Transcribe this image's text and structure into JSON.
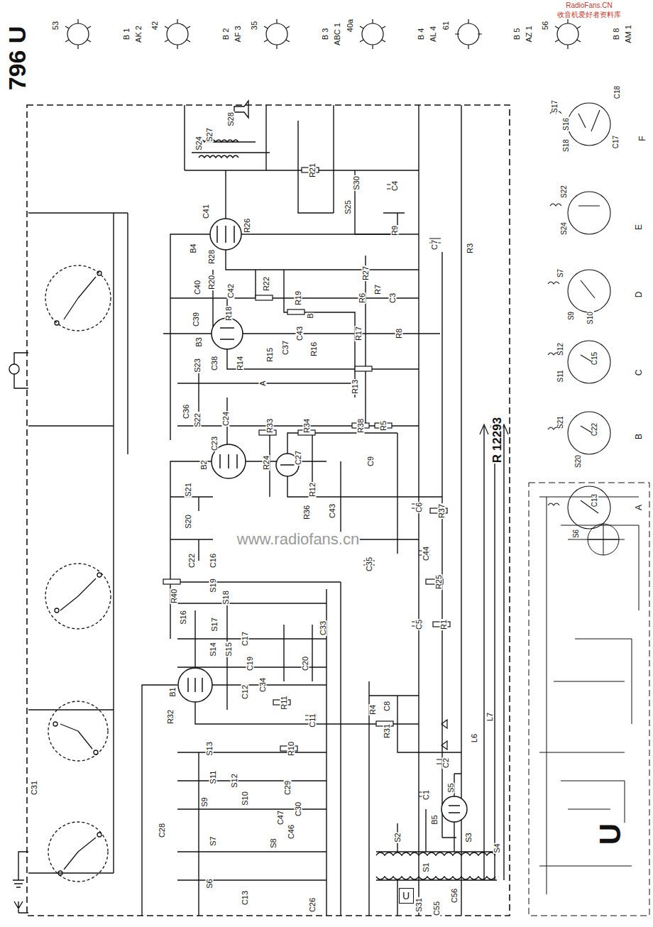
{
  "diagram": {
    "title": "796 U",
    "nodes": [
      {
        "text": [
          "U"
        ]
      }
    ],
    "labels": [
      "53",
      "B 1",
      "AK 2",
      "42",
      "B 2",
      "AF 3",
      "35",
      "B 3",
      "ABC 1",
      "40a",
      "B 4",
      "AL 4",
      "61",
      "B 5",
      "AZ 1",
      "56",
      "B 8",
      "AM 1",
      "RadioFans.CN",
      "收音机爱好者资料库",
      "R 12293",
      "www.radiofans.cn",
      "S28",
      "S27",
      "S24",
      "C41",
      "R26",
      "B4",
      "R28",
      "R21",
      "S30",
      "S25",
      "C4",
      "R9",
      "C40",
      "R20",
      "C42",
      "R22",
      "R19",
      "R18",
      "R27",
      "C7",
      "R3",
      "C39",
      "B3",
      "B",
      "R6",
      "R7",
      "C3",
      "R17",
      "R8",
      "S23",
      "C38",
      "R14",
      "R15",
      "C37",
      "C43",
      "R16",
      "A",
      "R13",
      "C36",
      "S22",
      "C24",
      "C23",
      "B2",
      "R33",
      "R34",
      "R38",
      "R5",
      "R24",
      "C27",
      "C9",
      "R12",
      "S21",
      "S20",
      "R36",
      "C43",
      "C6",
      "R37",
      "C22",
      "C16",
      "S19",
      "C35",
      "C44",
      "R25",
      "R40",
      "S18",
      "S16",
      "S17",
      "S14",
      "S15",
      "C17",
      "C19",
      "C33",
      "C20",
      "C5",
      "R1",
      "C34",
      "C12",
      "B1",
      "R32",
      "R11",
      "C11",
      "R4",
      "C8",
      "R31",
      "L7",
      "L6",
      "C2",
      "S5",
      "C1",
      "B5",
      "R10",
      "S13",
      "S11",
      "S12",
      "S10",
      "C29",
      "C30",
      "S9",
      "C28",
      "S7",
      "S8",
      "C47",
      "C46",
      "C31",
      "S6",
      "C13",
      "C26",
      "S2",
      "S3",
      "S4",
      "S1",
      "C56",
      "C55",
      "S31",
      "C18",
      "S17",
      "S16",
      "S18",
      "C17",
      "F",
      "S22",
      "S24",
      "E",
      "S7",
      "S9",
      "S10",
      "D",
      "S12",
      "S11",
      "C15",
      "C",
      "S21",
      "S20",
      "C22",
      "B",
      "S6",
      "C13",
      "A",
      "U"
    ]
  }
}
